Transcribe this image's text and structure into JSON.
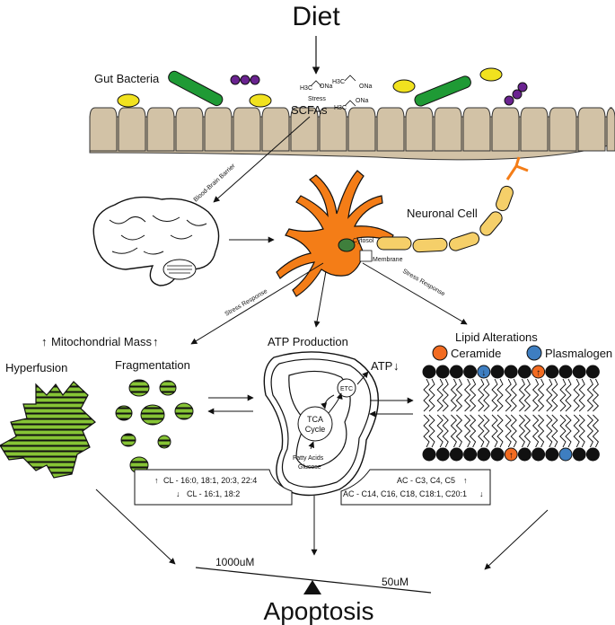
{
  "title": "Diet",
  "gut": {
    "label": "Gut Bacteria",
    "stress": "Stress",
    "scfas": "SCFAs",
    "molecule_text": [
      "H3C",
      "ONa",
      "H3C",
      "ONa",
      "H3C",
      "ONa"
    ]
  },
  "bbb_label": "Blood-Brain Barrier",
  "neuron": {
    "label": "Neuronal Cell",
    "cytosol": "Cytosol",
    "membrane": "Membrane"
  },
  "stress_response_left": "Stress Response",
  "stress_response_right": "Stress Response",
  "mito": {
    "mass_label": "Mitochondrial Mass",
    "hyperfusion": "Hyperfusion",
    "fragmentation": "Fragmentation"
  },
  "atp": {
    "production": "ATP Production",
    "atp": "ATP",
    "etc": "ETC",
    "tca_line1": "TCA",
    "tca_line2": "Cycle",
    "fatty_acids": "Fatty Acids",
    "glucose": "Glucose"
  },
  "lipid": {
    "title": "Lipid Alterations",
    "ceramide": "Ceramide",
    "plasmalogen": "Plasmalogen"
  },
  "cl_box": {
    "up": "CL - 16:0, 18:1, 20:3, 22:4",
    "down": "CL - 16:1, 18:2"
  },
  "ac_box": {
    "up": "AC - C3, C4, C5",
    "down": "AC - C14, C16, C18, C18:1, C20:1"
  },
  "scale": {
    "left": "1000uM",
    "right": "50uM"
  },
  "apoptosis": "Apoptosis",
  "colors": {
    "cell_fill": "#d2c2a6",
    "bacteria_green": "#1f9a35",
    "bacteria_yellow": "#f1e21f",
    "bacteria_purple": "#6a2390",
    "neuron_orange": "#f47d17",
    "axon_yellow": "#f5cf69",
    "nucleus_green": "#3f7f3c",
    "mito_green": "#86c435",
    "ceramide": "#f26b21",
    "plasmalogen": "#3e7ec1"
  }
}
